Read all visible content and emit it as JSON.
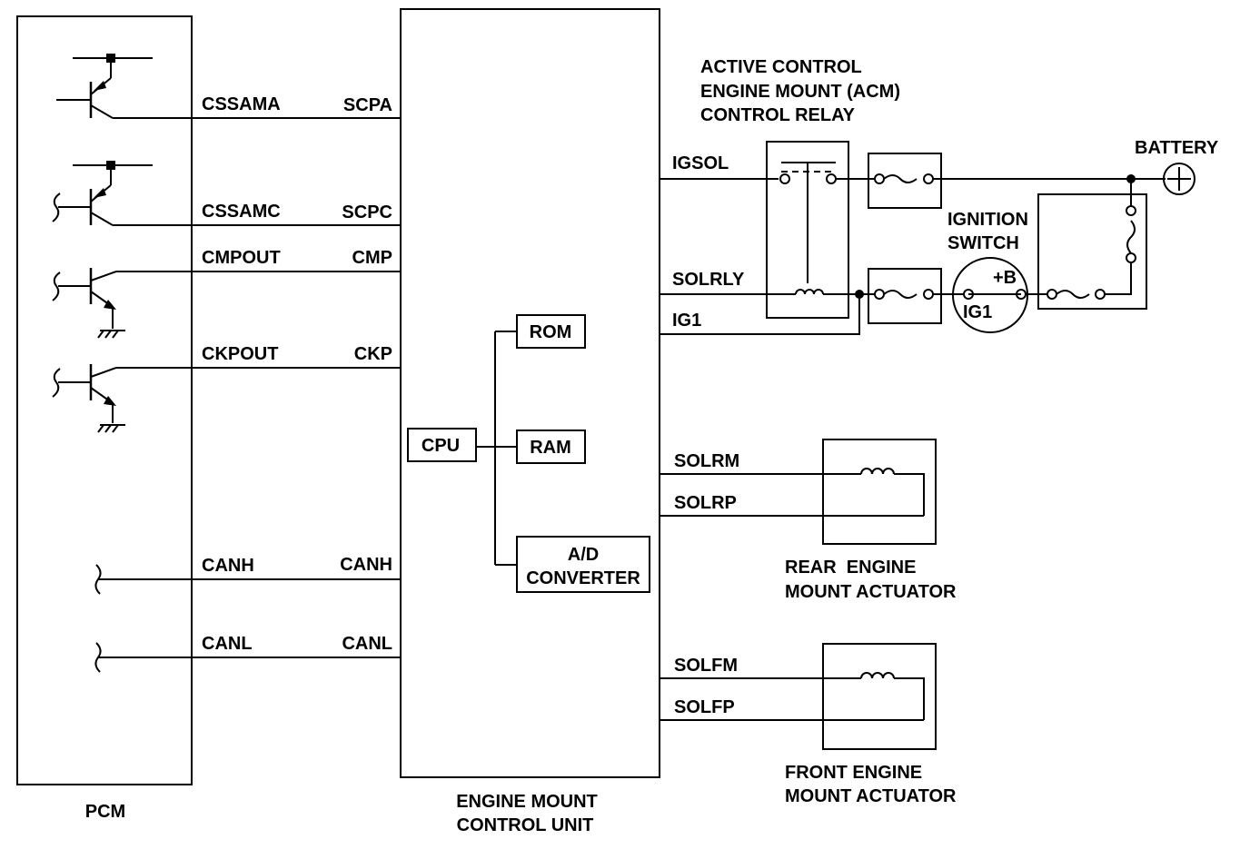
{
  "blocks": {
    "pcm": "PCM",
    "emcu_line1": "ENGINE MOUNT",
    "emcu_line2": "CONTROL UNIT",
    "cpu": "CPU",
    "rom": "ROM",
    "ram": "RAM",
    "ad_line1": "A/D",
    "ad_line2": "CONVERTER"
  },
  "pcm_signals": {
    "cssama": "CSSAMA",
    "cssamc": "CSSAMC",
    "cmpout": "CMPOUT",
    "ckpout": "CKPOUT",
    "canh": "CANH",
    "canl": "CANL"
  },
  "ecu_inputs": {
    "scpa": "SCPA",
    "scpc": "SCPC",
    "cmp": "CMP",
    "ckp": "CKP",
    "canh": "CANH",
    "canl": "CANL"
  },
  "ecu_outputs": {
    "igsol": "IGSOL",
    "solrly": "SOLRLY",
    "ig1": "IG1",
    "solrm": "SOLRM",
    "solrp": "SOLRP",
    "solfm": "SOLFM",
    "solfp": "SOLFP"
  },
  "relay": {
    "line1": "ACTIVE CONTROL",
    "line2": "ENGINE MOUNT (ACM)",
    "line3": "CONTROL RELAY"
  },
  "battery": "BATTERY",
  "ignition": {
    "line1": "IGNITION",
    "line2": "SWITCH",
    "b_terminal": "+B",
    "ig1_terminal": "IG1"
  },
  "rear_actuator": {
    "line1": "REAR  ENGINE",
    "line2": "MOUNT ACTUATOR"
  },
  "front_actuator": {
    "line1": "FRONT ENGINE",
    "line2": "MOUNT ACTUATOR"
  }
}
